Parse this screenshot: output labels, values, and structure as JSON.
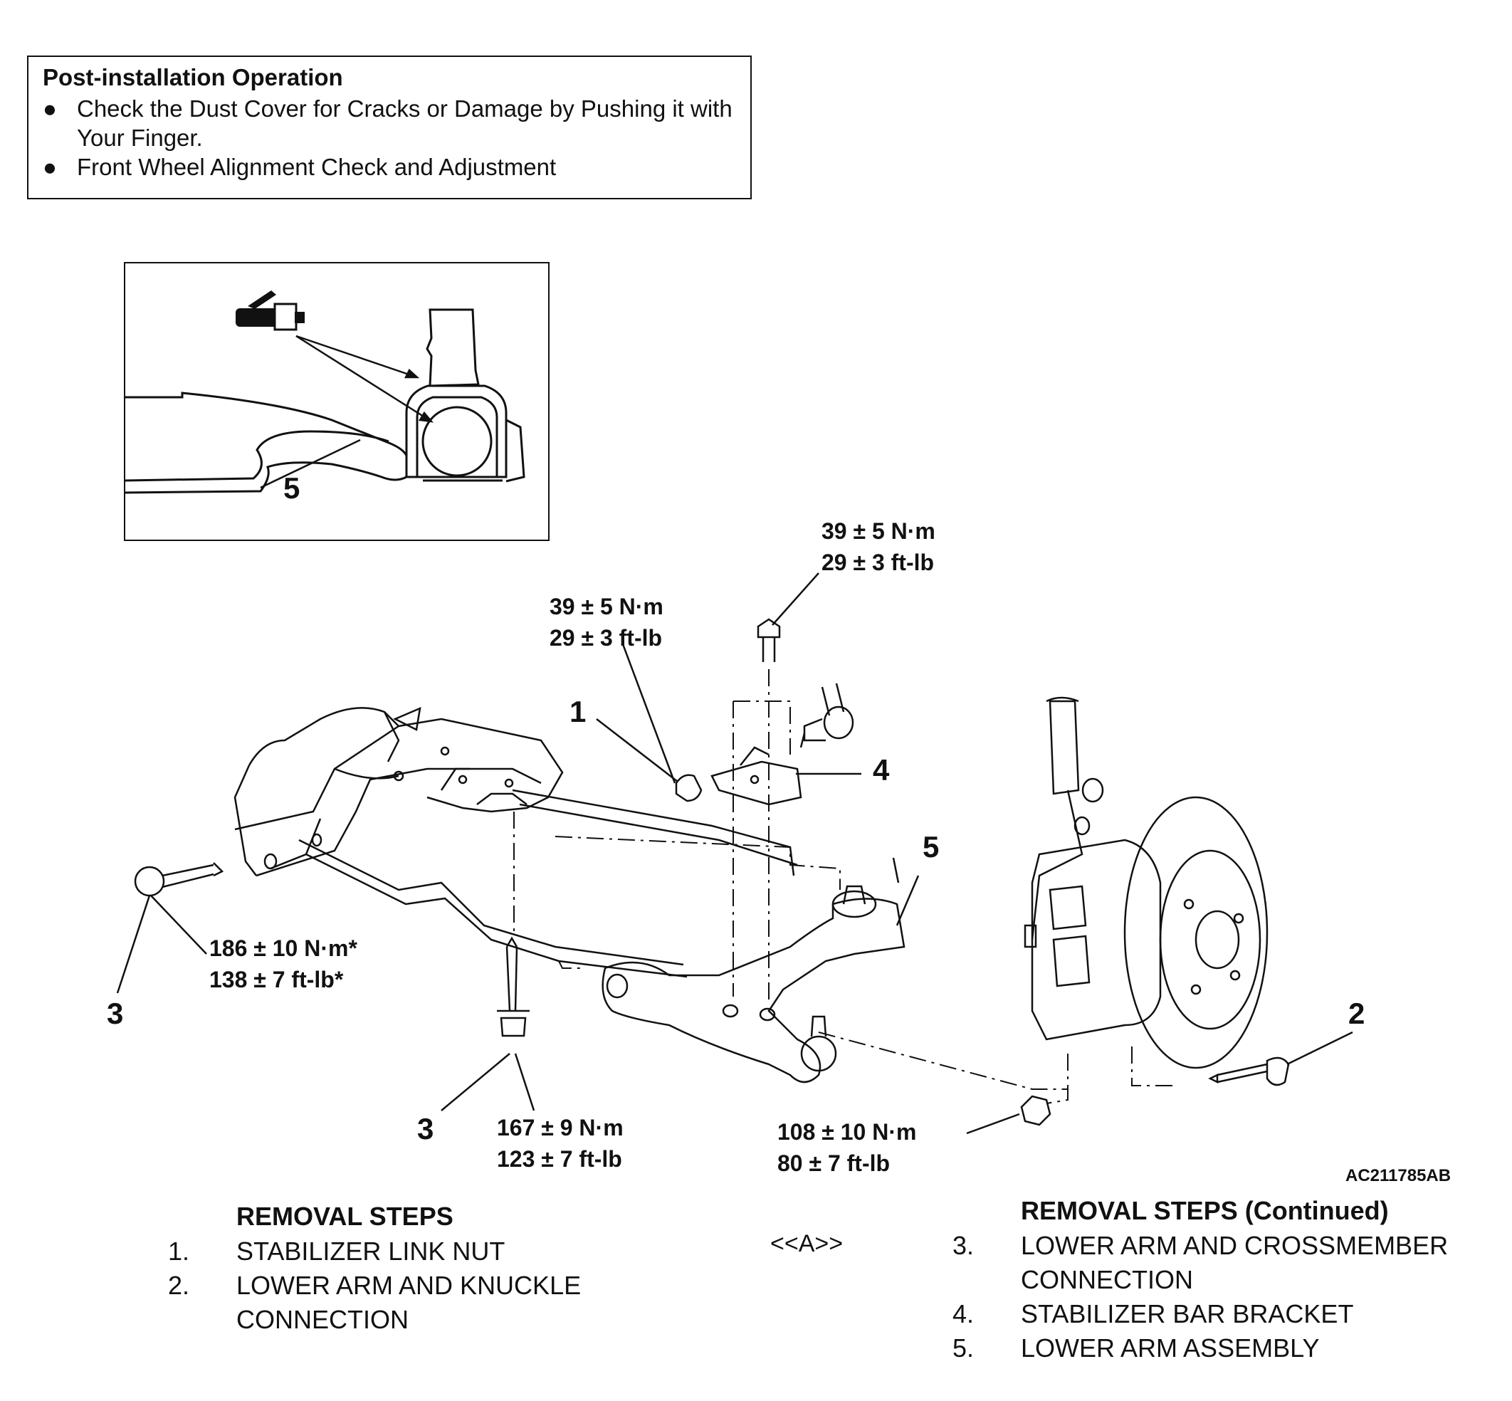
{
  "post_installation": {
    "title": "Post-installation Operation",
    "items": [
      "Check the Dust Cover for Cracks or Damage by Pushing it with Your Finger.",
      "Front Wheel Alignment Check and Adjustment"
    ]
  },
  "inset": {
    "callout": "5"
  },
  "torques": {
    "t1": {
      "nm": "39 ± 5 N·m",
      "ftlb": "29 ± 3 ft-lb"
    },
    "t4": {
      "nm": "39 ± 5 N·m",
      "ftlb": "29 ± 3 ft-lb"
    },
    "t3a": {
      "nm": "186 ± 10 N·m*",
      "ftlb": "138 ± 7 ft-lb*"
    },
    "t3b": {
      "nm": "167 ± 9 N·m",
      "ftlb": "123 ± 7 ft-lb"
    },
    "t2": {
      "nm": "108 ± 10 N·m",
      "ftlb": "80 ± 7 ft-lb"
    }
  },
  "callouts": {
    "c1": "1",
    "c4": "4",
    "c5": "5",
    "c3a": "3",
    "c3b": "3",
    "c2": "2"
  },
  "diagram_code": "AC211785AB",
  "removal_steps": {
    "title": "REMOVAL STEPS",
    "items": [
      {
        "num": "1.",
        "label": "STABILIZER LINK NUT"
      },
      {
        "num": "2.",
        "label": "LOWER ARM AND KNUCKLE CONNECTION"
      }
    ]
  },
  "removal_steps_cont": {
    "title": "REMOVAL STEPS (Continued)",
    "marker": "<<A>>",
    "items": [
      {
        "num": "3.",
        "label": "LOWER ARM AND CROSSMEMBER CONNECTION"
      },
      {
        "num": "4.",
        "label": "STABILIZER BAR BRACKET"
      },
      {
        "num": "5.",
        "label": "LOWER ARM ASSEMBLY"
      }
    ]
  }
}
